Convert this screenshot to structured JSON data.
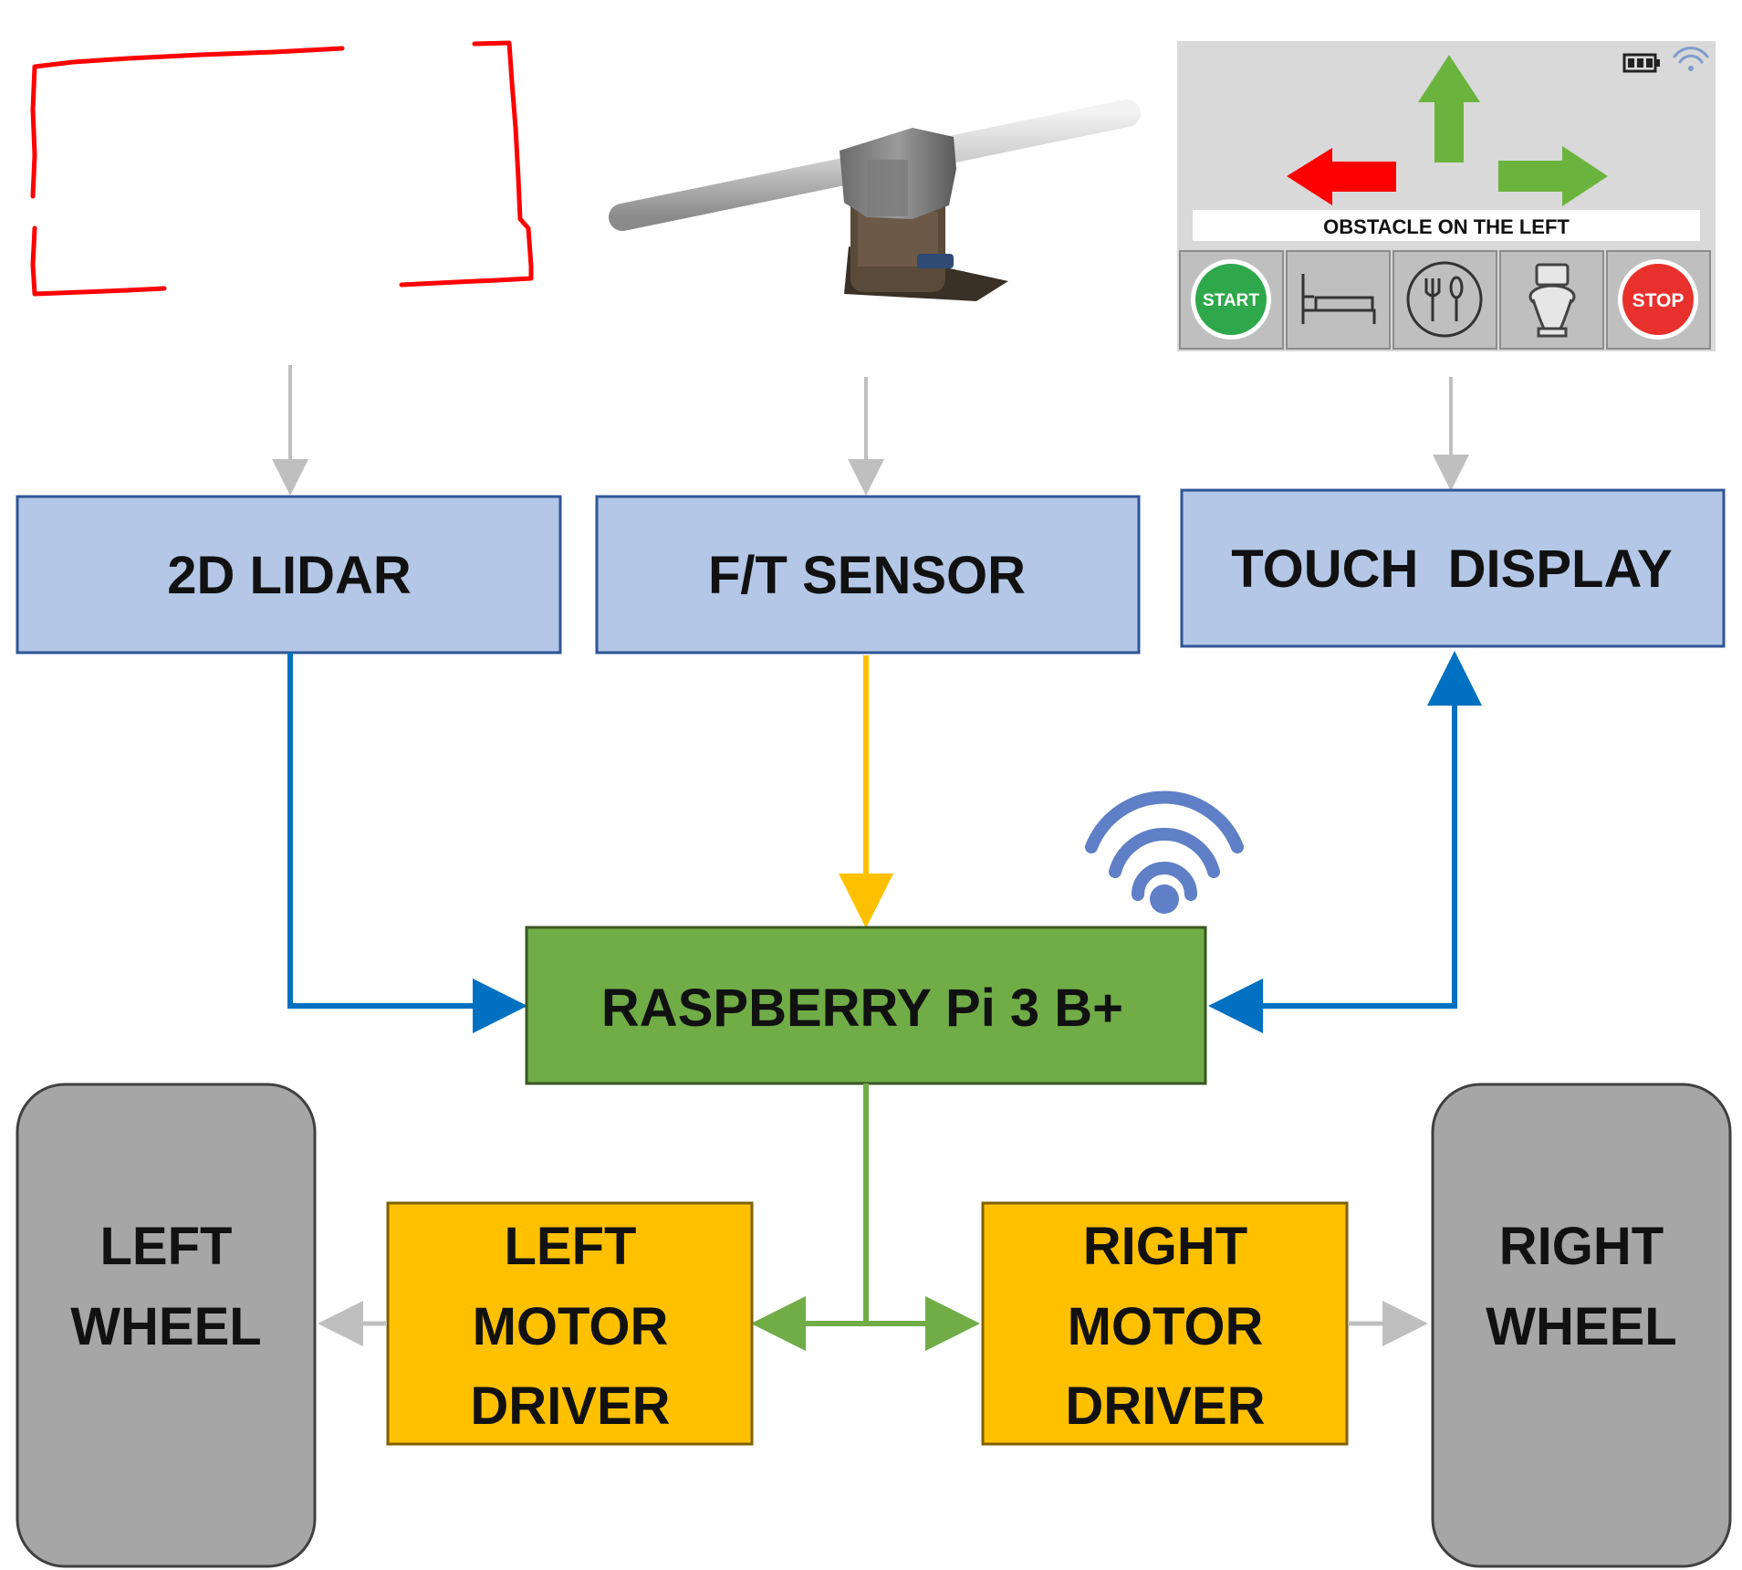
{
  "blocks": {
    "lidar": "2D LIDAR",
    "ft_sensor": "F/T SENSOR",
    "touch_display": "TOUCH  DISPLAY",
    "raspberry": "RASPBERRY Pi 3 B+",
    "left_wheel": [
      "LEFT",
      "WHEEL"
    ],
    "right_wheel": [
      "RIGHT",
      "WHEEL"
    ],
    "left_driver": [
      "LEFT",
      "MOTOR",
      "DRIVER"
    ],
    "right_driver": [
      "RIGHT",
      "MOTOR",
      "DRIVER"
    ]
  },
  "display_screen": {
    "status_text": "OBSTACLE ON THE LEFT",
    "start_label": "START",
    "stop_label": "STOP",
    "buttons": [
      "start-button-icon",
      "bed-icon",
      "fork-spoon-icon",
      "toilet-icon",
      "stop-button-icon"
    ]
  },
  "colors": {
    "sensor_block": "#b4c7e7",
    "sensor_border": "#2f5597",
    "processor_block": "#70ad47",
    "driver_block": "#ffc000",
    "wheel_block": "#a6a6a6",
    "blue_link": "#0070c0",
    "yellow_link": "#ffc000",
    "green_link": "#70ad47",
    "grey_link": "#bfbfbf",
    "lidar_scan": "#ff0000"
  }
}
